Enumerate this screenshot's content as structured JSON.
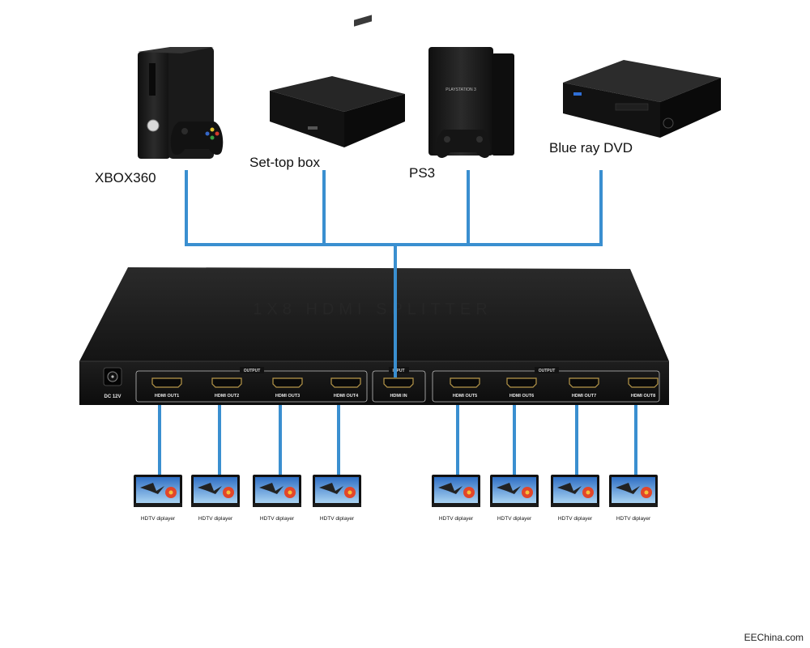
{
  "colors": {
    "line": "#3a8fd0",
    "device": "#1b1b1b",
    "port_gold": "#b8984a",
    "background": "#ffffff"
  },
  "sources": [
    {
      "icon": "xbox360-console-icon",
      "label": "XBOX360"
    },
    {
      "icon": "set-top-box-icon",
      "label": "Set-top box"
    },
    {
      "icon": "ps3-console-icon",
      "label": "PS3",
      "brand": "PLAYSTATION 3"
    },
    {
      "icon": "bluray-player-icon",
      "label": "Blue ray DVD"
    }
  ],
  "splitter": {
    "power_label": "DC 12V",
    "input_group_label": "INPUT",
    "input_port_label": "HDMI IN",
    "output_group_label": "OUTPUT",
    "outputs": [
      "HDMI OUT1",
      "HDMI OUT2",
      "HDMI OUT3",
      "HDMI OUT4",
      "HDMI OUT5",
      "HDMI OUT6",
      "HDMI OUT7",
      "HDMI OUT8"
    ]
  },
  "displays": [
    "HDTV diplayer",
    "HDTV diplayer",
    "HDTV diplayer",
    "HDTV diplayer",
    "HDTV diplayer",
    "HDTV diplayer",
    "HDTV diplayer",
    "HDTV diplayer"
  ],
  "credit": "EEChina.com"
}
